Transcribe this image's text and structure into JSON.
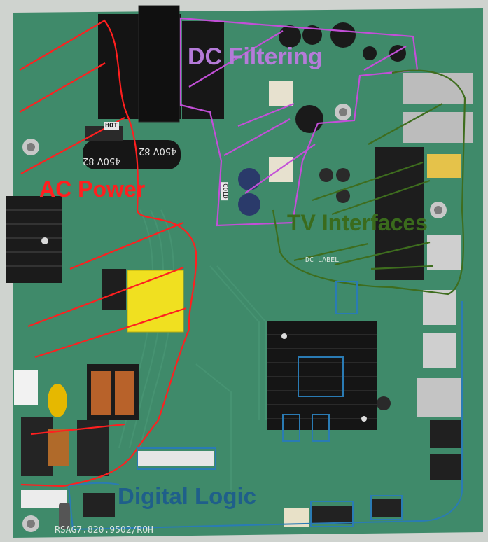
{
  "annotations": {
    "ac_power": {
      "text": "AC Power",
      "color": "#ff1f1f"
    },
    "dc_filtering": {
      "text": "DC Filtering",
      "color": "#b57bd9"
    },
    "tv_interfaces": {
      "text": "TV Interfaces",
      "color": "#3a6b1c"
    },
    "digital_logic": {
      "text": "Digital Logic",
      "color": "#1f5f8a"
    }
  },
  "silkscreen": {
    "model": "RSAG7.820.9502/ROH",
    "hot": "HOT",
    "cold": "COLD",
    "dc_label": "DC LABEL"
  },
  "components": {
    "capacitor_a": "450V 82",
    "capacitor_b": "450V 82"
  },
  "colors": {
    "board": "#3f8a6a",
    "board_dark": "#2f6e53",
    "heatsink": "#1b1b1b",
    "transformer_yellow": "#f0e020"
  }
}
